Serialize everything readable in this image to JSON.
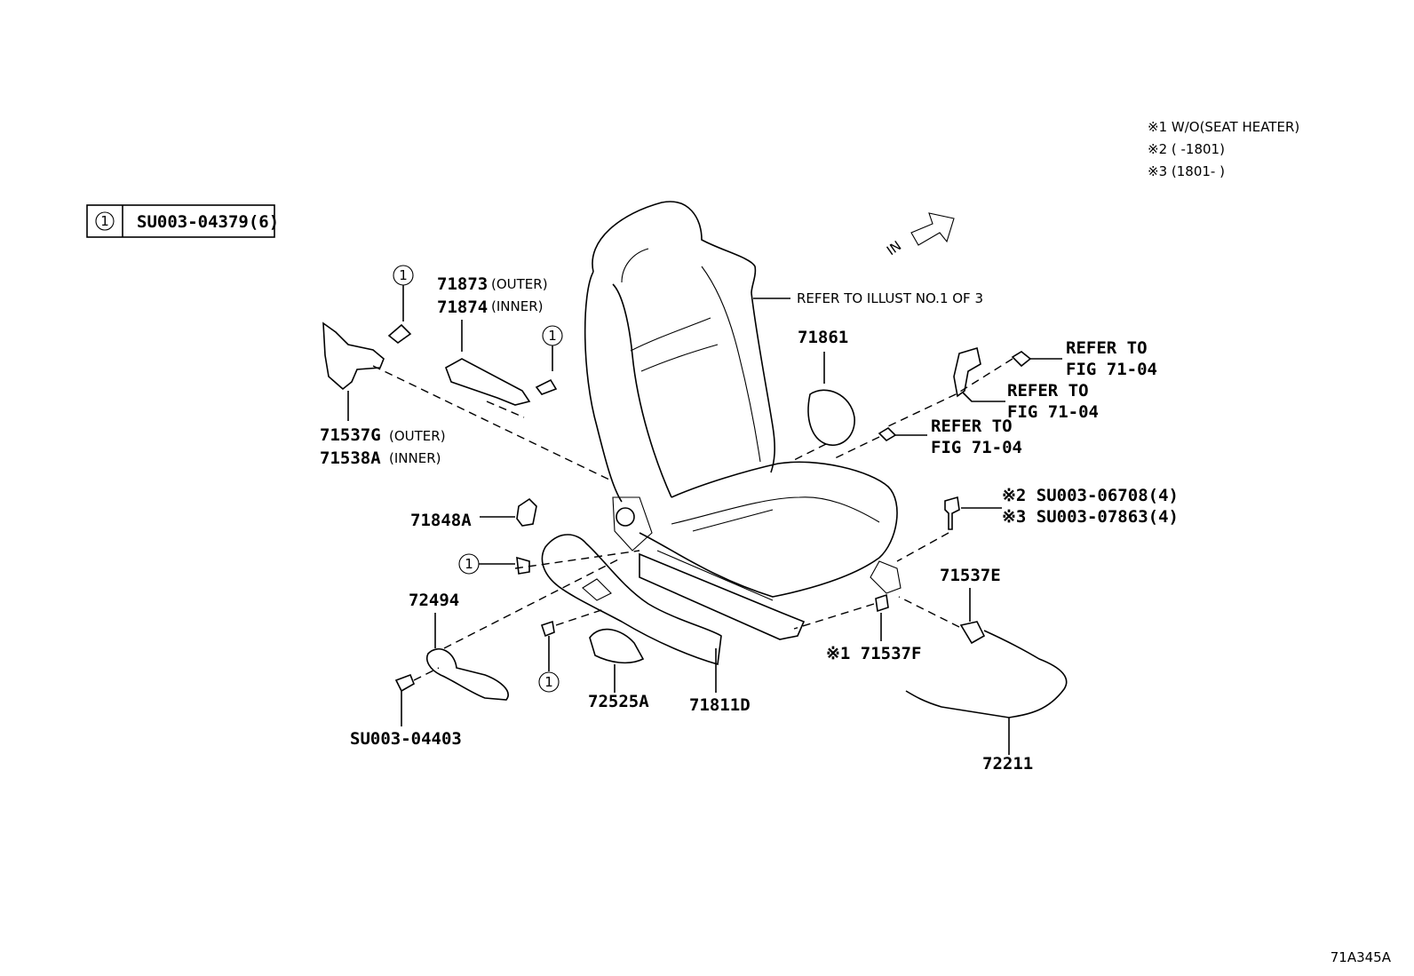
{
  "notes": {
    "note1": "※1 W/O(SEAT HEATER)",
    "note2": "※2 (        -1801)",
    "note3": "※3 (1801-        )"
  },
  "fastener_table": {
    "key": "1",
    "part": "SU003-04379(6)"
  },
  "direction": {
    "label": "IN"
  },
  "callouts": {
    "refer_illust": "REFER  TO  ILLUST  NO.1 OF 3",
    "p71873": "71873",
    "p71873_note": "(OUTER)",
    "p71874": "71874",
    "p71874_note": "(INNER)",
    "p71537g": "71537G",
    "p71537g_note": "(OUTER)",
    "p71538a": "71538A",
    "p71538a_note": "(INNER)",
    "p71861": "71861",
    "refer1_a": "REFER  TO",
    "refer1_b": "FIG  71-04",
    "refer2_a": "REFER  TO",
    "refer2_b": "FIG  71-04",
    "refer3_a": "REFER  TO",
    "refer3_b": "FIG  71-04",
    "bolt2": "※2 SU003-06708(4)",
    "bolt3": "※3 SU003-07863(4)",
    "p71848a": "71848A",
    "p72494": "72494",
    "p71537e": "71537E",
    "p71537f": "※1 71537F",
    "p72525a": "72525A",
    "p71811d": "71811D",
    "p72211": "72211",
    "su00304403": "SU003-04403"
  },
  "circle_refs": {
    "key1": "1",
    "key2": "1",
    "key3": "1",
    "key4": "1"
  },
  "figure_id": "71A345A"
}
